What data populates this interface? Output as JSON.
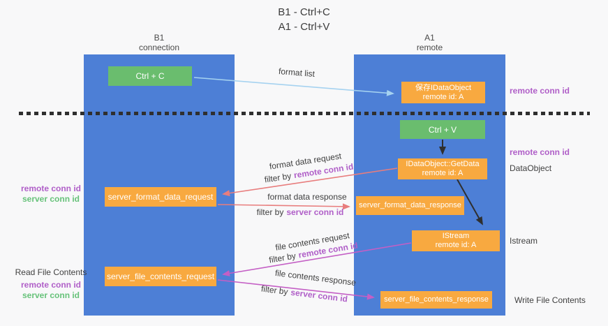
{
  "title": {
    "line1": "B1 - Ctrl+C",
    "line2": "A1 - Ctrl+V"
  },
  "columns": {
    "left": {
      "name": "B1",
      "subtitle": "connection"
    },
    "right": {
      "name": "A1",
      "subtitle": "remote"
    }
  },
  "nodes": {
    "ctrl_c": {
      "label": "Ctrl + C"
    },
    "ctrl_v": {
      "label": "Ctrl + V"
    },
    "save_idataobject": {
      "line1": "保存IDataObject",
      "line2": "remote id: A"
    },
    "getdata": {
      "line1": "IDataObject::GetData",
      "line2": "remote id: A"
    },
    "istream": {
      "line1": "IStream",
      "line2": "remote id: A"
    },
    "format_request": {
      "label": "server_format_data_request"
    },
    "format_response": {
      "label": "server_format_data_response"
    },
    "file_request": {
      "label": "server_file_contents_request"
    },
    "file_response": {
      "label": "server_file_contents_response"
    }
  },
  "arrow_labels": {
    "format_list": "format list",
    "format_request_line1": "format data request",
    "format_request_filter": "filter by",
    "format_request_key": "remote conn id",
    "format_response_line1": "format data response",
    "format_response_filter": "filter by",
    "format_response_key": "server conn id",
    "file_request_line1": "file contents request",
    "file_request_filter": "filter by",
    "file_request_key": "remote conn id",
    "file_response_line1": "file contents response",
    "file_response_filter": "filter by",
    "file_response_key": "server conn id"
  },
  "side_labels": {
    "remote_conn_id_top_right": "remote conn id",
    "remote_conn_id_mid_right": "remote conn id",
    "dataobject": "DataObject",
    "istream": "Istream",
    "write_file_contents": "Write File Contents",
    "read_file_contents": "Read File Contents",
    "left_mid_remote": "remote conn id",
    "left_mid_server": "server conn id",
    "left_bottom_remote": "remote conn id",
    "left_bottom_server": "server conn id"
  },
  "colors": {
    "column_blue": "#4d7fd6",
    "node_orange": "#f8a940",
    "node_green": "#6abd6e",
    "arrow_light_blue": "#a5d2f0",
    "arrow_black": "#2f2f2f",
    "arrow_salmon": "#e87d7d",
    "arrow_magenta": "#c45fc5",
    "text_purple": "#b05fc8",
    "text_green": "#67c27a",
    "text_dark": "#3f3f3f",
    "background": "#f8f8f9"
  }
}
